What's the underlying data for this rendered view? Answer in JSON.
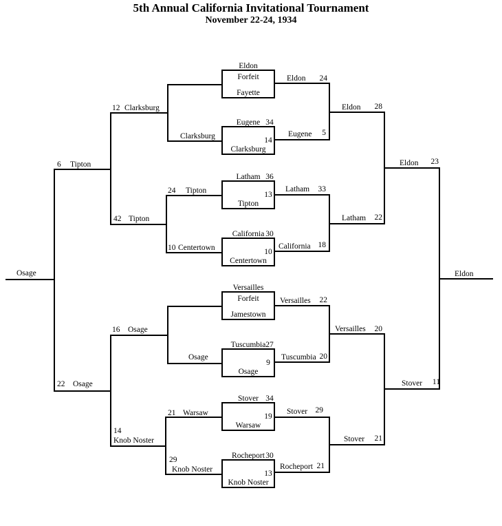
{
  "title": "5th Annual California Invitational Tournament",
  "subtitle": "November 22-24, 1934",
  "bracket": {
    "games": [
      {
        "id": "g1",
        "top": {
          "team": "Eldon",
          "score": ""
        },
        "mid": "Forfeit",
        "bottom": {
          "team": "Fayette",
          "score": ""
        }
      },
      {
        "id": "g2",
        "top": {
          "team": "Eugene",
          "score": "34"
        },
        "bottom": {
          "team": "Clarksburg",
          "score": "14"
        }
      },
      {
        "id": "g3",
        "top": {
          "team": "Latham",
          "score": "36"
        },
        "bottom": {
          "team": "Tipton",
          "score": "13"
        }
      },
      {
        "id": "g4",
        "top": {
          "team": "California",
          "score": "30"
        },
        "bottom": {
          "team": "Centertown",
          "score": "10"
        }
      },
      {
        "id": "g5",
        "top": {
          "team": "Versailles",
          "score": ""
        },
        "mid": "Forfeit",
        "bottom": {
          "team": "Jamestown",
          "score": ""
        }
      },
      {
        "id": "g6",
        "top": {
          "team": "Tuscumbia",
          "score": "27"
        },
        "bottom": {
          "team": "Osage",
          "score": "9"
        }
      },
      {
        "id": "g7",
        "top": {
          "team": "Stover",
          "score": "34"
        },
        "bottom": {
          "team": "Warsaw",
          "score": "19"
        }
      },
      {
        "id": "g8",
        "top": {
          "team": "Rocheport",
          "score": "30"
        },
        "bottom": {
          "team": "Knob Noster",
          "score": "13"
        }
      }
    ],
    "left_r1": [
      {
        "team": "Clarksburg",
        "score": ""
      },
      {
        "team": "Tipton",
        "score": "24"
      },
      {
        "team": "Centertown",
        "score": "10"
      },
      {
        "team": "Osage",
        "score": ""
      },
      {
        "team": "Warsaw",
        "score": "21"
      },
      {
        "team": "Knob Noster",
        "score": "29"
      }
    ],
    "left_r2": [
      {
        "team": "Clarksburg",
        "score": "12"
      },
      {
        "team": "Tipton",
        "score": "42"
      },
      {
        "team": "Osage",
        "score": "16"
      },
      {
        "team": "Knob Noster",
        "score": "14"
      }
    ],
    "left_r3": [
      {
        "team": "Tipton",
        "score": "6"
      },
      {
        "team": "Osage",
        "score": "22"
      }
    ],
    "left_final": {
      "team": "Osage"
    },
    "right_r1": [
      {
        "team": "Eldon",
        "score": "24"
      },
      {
        "team": "Eugene",
        "score": "5"
      },
      {
        "team": "Latham",
        "score": "33"
      },
      {
        "team": "California",
        "score": "18"
      },
      {
        "team": "Versailles",
        "score": "22"
      },
      {
        "team": "Tuscumbia",
        "score": "20"
      },
      {
        "team": "Stover",
        "score": "29"
      },
      {
        "team": "Rocheport",
        "score": "21"
      }
    ],
    "right_r2": [
      {
        "team": "Eldon",
        "score": "28"
      },
      {
        "team": "Latham",
        "score": "22"
      },
      {
        "team": "Versailles",
        "score": "20"
      },
      {
        "team": "Stover",
        "score": "21"
      }
    ],
    "right_r3": [
      {
        "team": "Eldon",
        "score": "23"
      },
      {
        "team": "Stover",
        "score": "11"
      }
    ],
    "right_final": {
      "team": "Eldon"
    }
  }
}
